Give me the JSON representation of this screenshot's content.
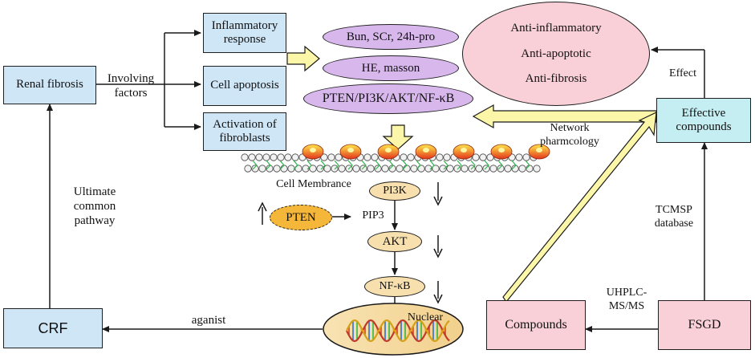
{
  "nodes": {
    "renal_fibrosis": "Renal fibrosis",
    "involving_factors": "Involving factors",
    "inflammatory_response": "Inflammatory response",
    "cell_apoptosis": "Cell apoptosis",
    "activation_fibroblasts": "Activation of fibroblasts",
    "bun_scr": "Bun, SCr, 24h-pro",
    "he_masson": "HE, masson",
    "pten_pathway": "PTEN/PI3K/AKT/NF-κB",
    "effects": [
      "Anti-inflammatory",
      "Anti-apoptotic",
      "Anti-fibrosis"
    ],
    "effect_label": "Effect",
    "effective_compounds": "Effective compounds",
    "network_pharmacology": "Network pharmcology",
    "tcmsp_database": "TCMSP database",
    "uhplc": "UHPLC-MS/MS",
    "fsgd": "FSGD",
    "compounds": "Compounds",
    "cell_membrane": "Cell Membrance",
    "pi3k": "PI3K",
    "pten": "PTEN",
    "pip3": "PIP3",
    "akt": "AKT",
    "nfkb": "NF-κB",
    "nuclear": "Nuclear",
    "aganist": "aganist",
    "crf": "CRF",
    "ultimate_pathway": "Ultimate common pathway"
  },
  "colors": {
    "blue_box": "#cfe6f7",
    "pink_box": "#f9d0d8",
    "cyan_box": "#c5eef2",
    "purple_oval": "#d8b8ec",
    "tan_oval": "#f7dfae",
    "pten_oval": "#f5b73a",
    "arrow_yellow": "#fcf7a8"
  },
  "icons": [
    "cell-membrane-icon",
    "dna-icon",
    "up-arrow-icon",
    "down-arrow-icon"
  ]
}
